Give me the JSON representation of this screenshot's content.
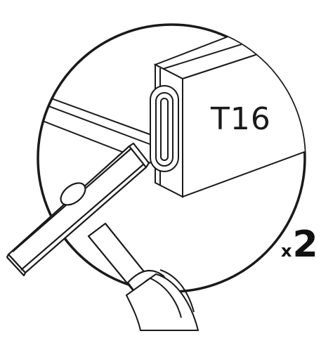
{
  "diagram": {
    "part_label": "T16",
    "quantity_prefix": "x",
    "quantity_value": "2"
  },
  "icons": {
    "hammer": "hammer-icon",
    "hand": "hand-icon",
    "panel": "panel-board-icon",
    "fastener": "cam-dowel-icon"
  },
  "colors": {
    "stroke": "#1a1a1a",
    "fill": "#ffffff"
  }
}
